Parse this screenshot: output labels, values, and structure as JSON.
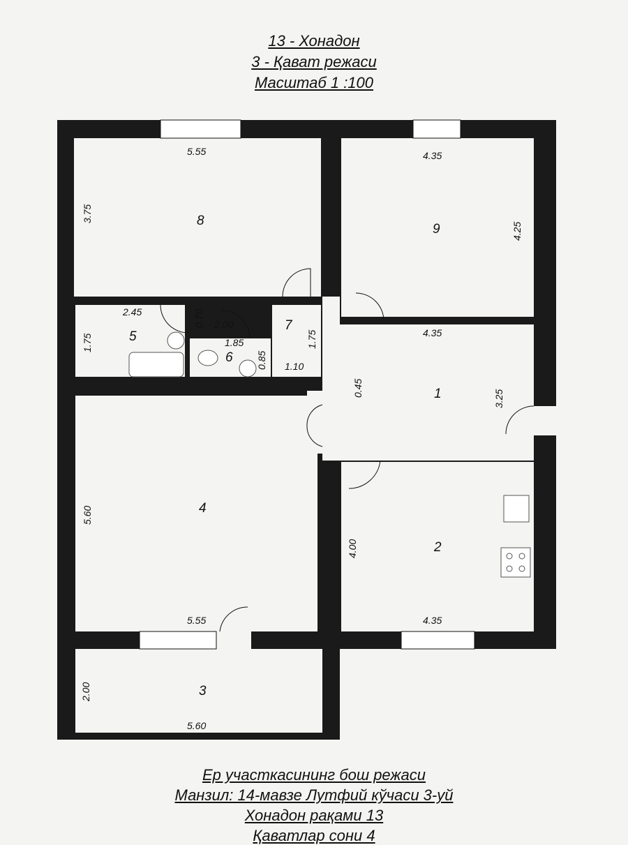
{
  "header": {
    "line1": "13 - Хонадон",
    "line2": "3 - Қават режаси",
    "line3": "Масштаб  1 :100"
  },
  "footer": {
    "line1": "Ер участкасининг бош режаси",
    "line2": "Манзил: 14-мавзе Лутфий кўчаси 3-уй",
    "line3": "Хонадон рақами 13",
    "line4": "Қаватлар сони 4"
  },
  "rooms": {
    "r1": "1",
    "r2": "2",
    "r3": "3",
    "r4": "4",
    "r5": "5",
    "r6": "6",
    "r7": "7",
    "r8": "8",
    "r9": "9"
  },
  "dims": {
    "d8w": "5.55",
    "d8h": "3.75",
    "d9w": "4.35",
    "d9h": "4.25",
    "d5w": "2.45",
    "d5h": "1.75",
    "d070": "0.70",
    "d200": "2.00",
    "d185": "1.85",
    "d085": "0.85",
    "d7h": "1.75",
    "d110": "1.10",
    "d045": "0.45",
    "d1w": "4.35",
    "d1h": "3.25",
    "d4h": "5.60",
    "d4w": "5.55",
    "d2h": "4.00",
    "d2w": "4.35",
    "d3h": "2.00",
    "d3w": "5.60"
  }
}
